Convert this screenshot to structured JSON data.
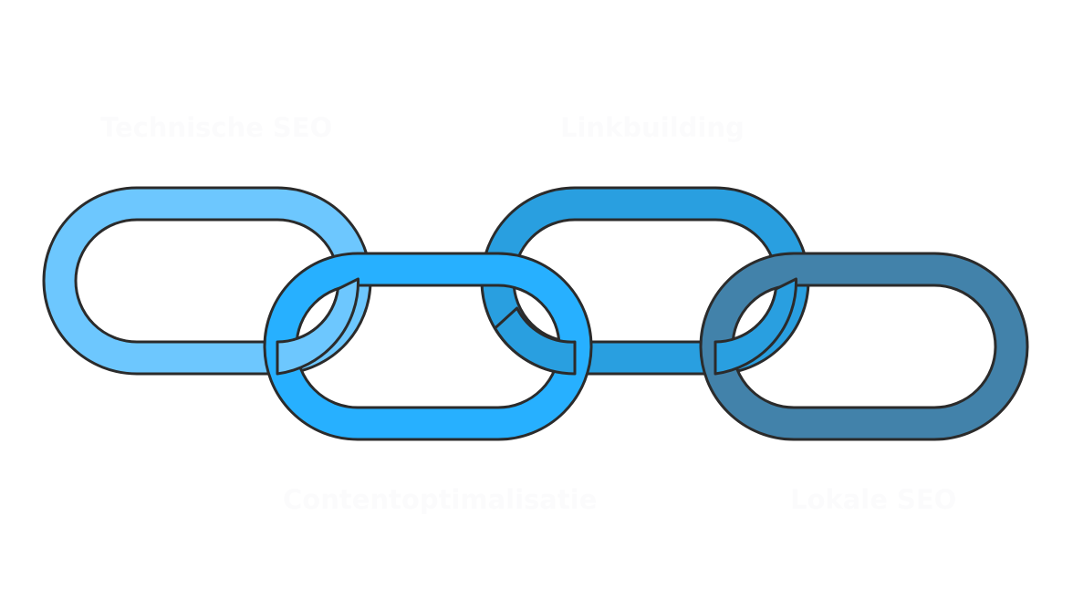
{
  "links": [
    {
      "label": "Technische SEO",
      "color": "#6dc7fe"
    },
    {
      "label": "Contentoptimalisatie",
      "color": "#27b0ff"
    },
    {
      "label": "Linkbuilding",
      "color": "#299fe0"
    },
    {
      "label": "Lokale SEO",
      "color": "#4282aa"
    }
  ],
  "outline_color": "#2b2b2b",
  "background": "#ffffff"
}
